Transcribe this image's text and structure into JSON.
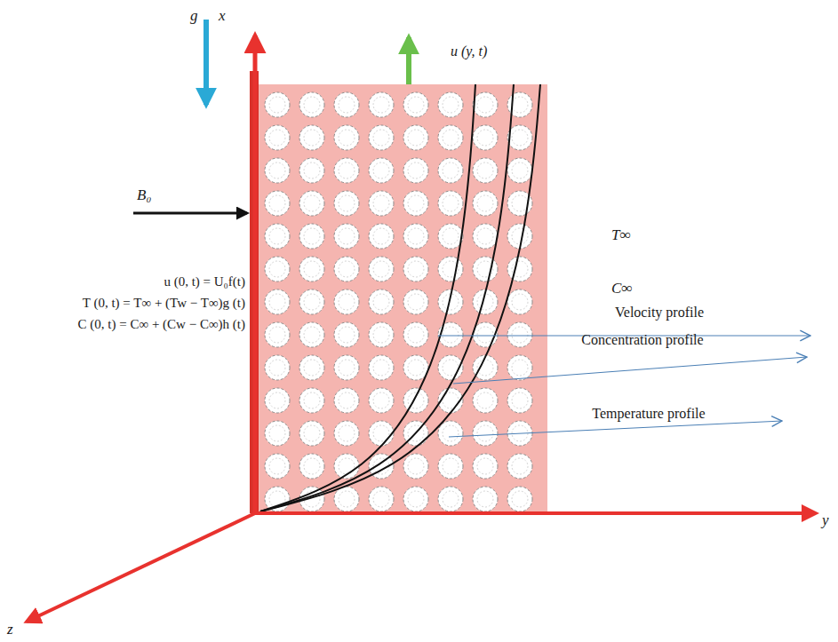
{
  "diagram": {
    "labels": [
      "g",
      "x",
      "u (y, t)",
      "B₀",
      "u (0, t) = U₀f(t)",
      "T (0, t) = T∞ + (Tw − T∞)g (t)",
      "C (0, t) = C∞ + (Cw − C∞)h (t)",
      "T∞",
      "C∞",
      "Velocity profile",
      "Concentration profile",
      "Temperature profile",
      "y",
      "z"
    ]
  }
}
